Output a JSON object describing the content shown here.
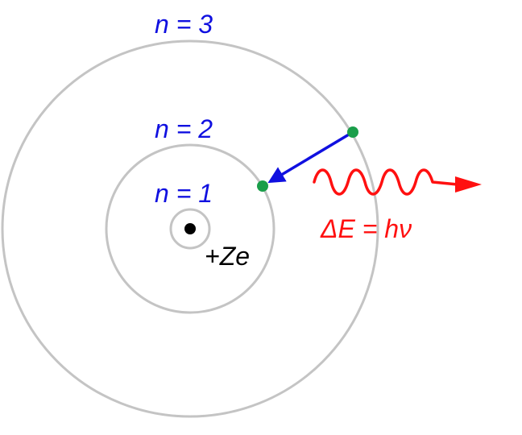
{
  "levels": [
    {
      "label": "n = 1"
    },
    {
      "label": "n = 2"
    },
    {
      "label": "n = 3"
    }
  ],
  "nucleus": {
    "label": "+Ze"
  },
  "photon": {
    "label": "ΔE = hν"
  },
  "colors": {
    "orbit": "#c4c4c4",
    "level_label": "#1010e0",
    "transition_arrow": "#1010e0",
    "electron": "#1a9e4a",
    "photon": "#ff1010",
    "nucleus": "#000000",
    "charge_label": "#000000"
  }
}
